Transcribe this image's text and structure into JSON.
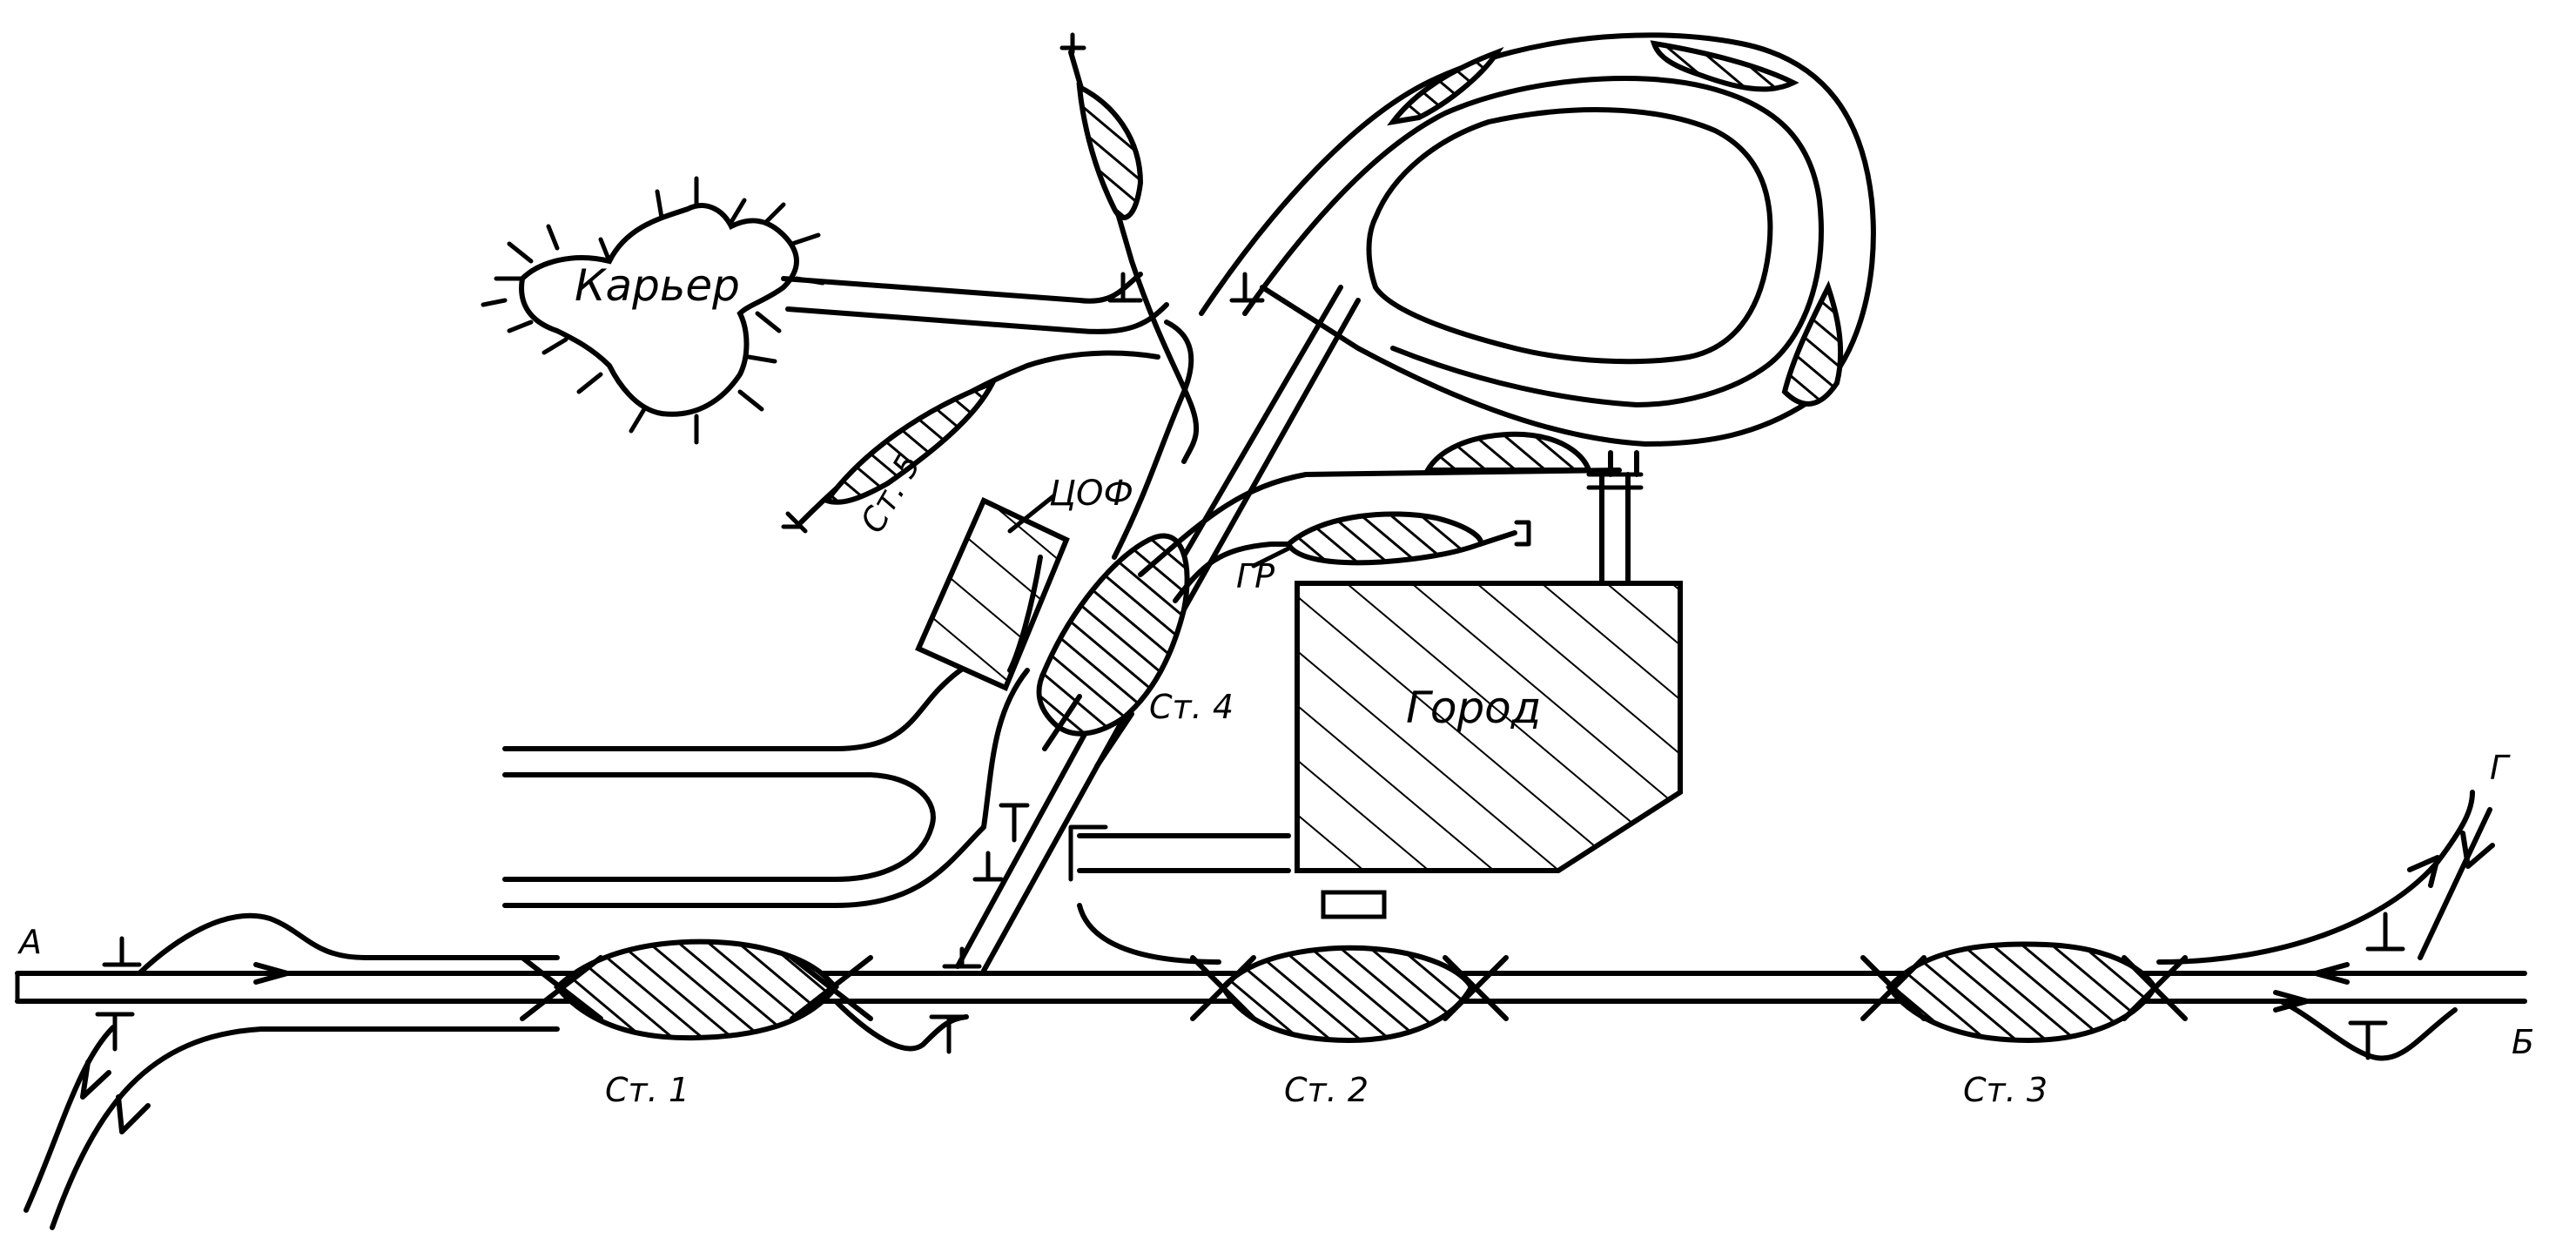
{
  "labels": {
    "quarry": "Карьер",
    "plant": "ЦОФ",
    "town": "Город",
    "rail_yard": "ГР",
    "st1": "Ст. 1",
    "st2": "Ст. 2",
    "st3": "Ст. 3",
    "st4": "Ст. 4",
    "st5": "Ст. 5",
    "point_a": "А",
    "point_b": "Б",
    "point_g": "Г"
  },
  "colors": {
    "ink": "#000000",
    "paper": "#ffffff"
  }
}
